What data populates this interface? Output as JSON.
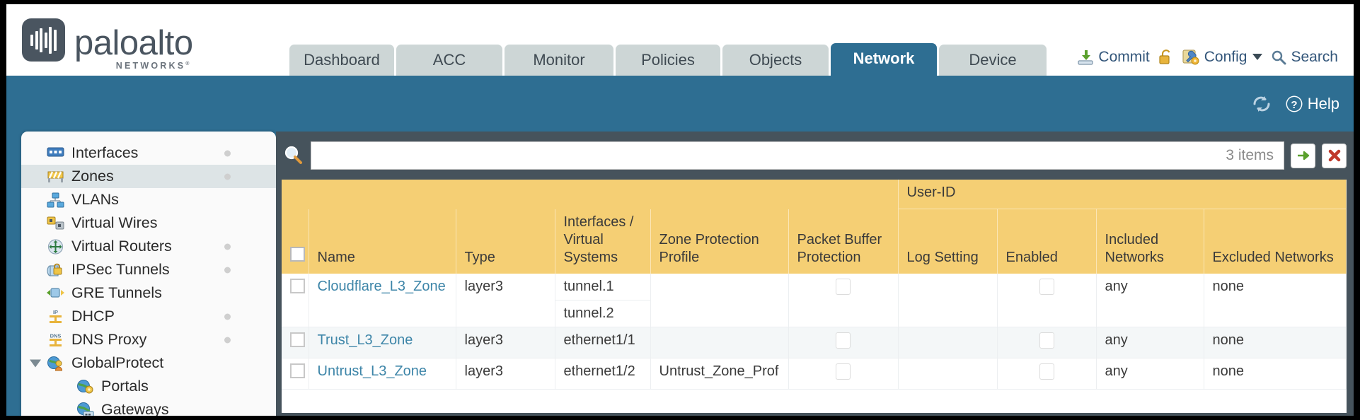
{
  "brand": {
    "name": "paloalto",
    "tagline": "NETWORKS",
    "registered": "®"
  },
  "nav": {
    "tabs": [
      {
        "label": "Dashboard",
        "active": false
      },
      {
        "label": "ACC",
        "active": false
      },
      {
        "label": "Monitor",
        "active": false
      },
      {
        "label": "Policies",
        "active": false
      },
      {
        "label": "Objects",
        "active": false
      },
      {
        "label": "Network",
        "active": true
      },
      {
        "label": "Device",
        "active": false
      }
    ],
    "actions": [
      {
        "label": "Commit",
        "icon": "commit-icon"
      },
      {
        "label": "",
        "icon": "unlock-icon"
      },
      {
        "label": "Config",
        "icon": "config-icon",
        "caret": true
      },
      {
        "label": "Search",
        "icon": "search-icon"
      }
    ]
  },
  "band": {
    "refresh": "refresh-icon",
    "help_label": "Help"
  },
  "sidebar": {
    "items": [
      {
        "label": "Interfaces",
        "icon": "interfaces-icon",
        "selected": false,
        "dot": true,
        "child": false,
        "twisty": false
      },
      {
        "label": "Zones",
        "icon": "zones-icon",
        "selected": true,
        "dot": true,
        "child": false,
        "twisty": false
      },
      {
        "label": "VLANs",
        "icon": "vlans-icon",
        "selected": false,
        "dot": false,
        "child": false,
        "twisty": false
      },
      {
        "label": "Virtual Wires",
        "icon": "virtual-wires-icon",
        "selected": false,
        "dot": false,
        "child": false,
        "twisty": false
      },
      {
        "label": "Virtual Routers",
        "icon": "virtual-routers-icon",
        "selected": false,
        "dot": true,
        "child": false,
        "twisty": false
      },
      {
        "label": "IPSec Tunnels",
        "icon": "ipsec-tunnels-icon",
        "selected": false,
        "dot": true,
        "child": false,
        "twisty": false
      },
      {
        "label": "GRE Tunnels",
        "icon": "gre-tunnels-icon",
        "selected": false,
        "dot": false,
        "child": false,
        "twisty": false
      },
      {
        "label": "DHCP",
        "icon": "dhcp-icon",
        "selected": false,
        "dot": true,
        "child": false,
        "twisty": false
      },
      {
        "label": "DNS Proxy",
        "icon": "dns-proxy-icon",
        "selected": false,
        "dot": true,
        "child": false,
        "twisty": false
      },
      {
        "label": "GlobalProtect",
        "icon": "globalprotect-icon",
        "selected": false,
        "dot": false,
        "child": false,
        "twisty": true
      },
      {
        "label": "Portals",
        "icon": "portals-icon",
        "selected": false,
        "dot": false,
        "child": true,
        "twisty": false
      },
      {
        "label": "Gateways",
        "icon": "gateways-icon",
        "selected": false,
        "dot": false,
        "child": true,
        "twisty": false
      }
    ]
  },
  "search": {
    "value": "",
    "placeholder": "",
    "items_count": "3 items",
    "apply_icon": "apply-arrow-icon",
    "clear_icon": "clear-x-icon"
  },
  "table": {
    "group_header": "User-ID",
    "columns": [
      "Name",
      "Type",
      "Interfaces / Virtual Systems",
      "Zone Protection Profile",
      "Packet Buffer Protection",
      "Log Setting",
      "Enabled",
      "Included Networks",
      "Excluded Networks"
    ],
    "rows": [
      {
        "name": "Cloudflare_L3_Zone",
        "type": "layer3",
        "interfaces": [
          "tunnel.1",
          "tunnel.2"
        ],
        "zone_protection_profile": "",
        "packet_buffer_protection": false,
        "log_setting": "",
        "userid_enabled": false,
        "included_networks": "any",
        "excluded_networks": "none",
        "selected": false
      },
      {
        "name": "Trust_L3_Zone",
        "type": "layer3",
        "interfaces": [
          "ethernet1/1"
        ],
        "zone_protection_profile": "",
        "packet_buffer_protection": false,
        "log_setting": "",
        "userid_enabled": false,
        "included_networks": "any",
        "excluded_networks": "none",
        "selected": false
      },
      {
        "name": "Untrust_L3_Zone",
        "type": "layer3",
        "interfaces": [
          "ethernet1/2"
        ],
        "zone_protection_profile": "Untrust_Zone_Prof",
        "packet_buffer_protection": false,
        "log_setting": "",
        "userid_enabled": false,
        "included_networks": "any",
        "excluded_networks": "none",
        "selected": false
      }
    ]
  },
  "colors": {
    "brand_dark": "#4a5560",
    "band_blue": "#2e6e92",
    "header_amber": "#f5cf74",
    "group_amber": "#e3b54c",
    "link_blue": "#3d85a8",
    "content_bg": "#46535c"
  }
}
